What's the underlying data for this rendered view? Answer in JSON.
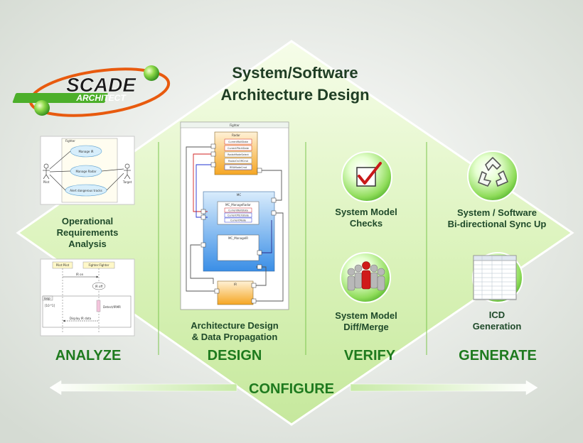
{
  "logo": {
    "brand": "SCADE",
    "product": "ARCHITECT"
  },
  "title": {
    "line1": "System/Software",
    "line2": "Architecture Design"
  },
  "captions": {
    "operational": [
      "Operational",
      "Requirements",
      "Analysis"
    ],
    "design": [
      "Architecture Design",
      "& Data Propagation"
    ],
    "checks": [
      "System Model",
      "Checks"
    ],
    "diffmerge": [
      "System Model",
      "Diff/Merge"
    ],
    "sync": [
      "System / Software",
      "Bi-directional Sync Up"
    ],
    "icd": [
      "ICD",
      "Generation"
    ]
  },
  "phases": {
    "analyze": "ANALYZE",
    "design": "DESIGN",
    "verify": "VERIFY",
    "generate": "GENERATE"
  },
  "configure": "CONFIGURE",
  "usecase": {
    "frame": "Fighter",
    "cases": [
      "Manage IR",
      "Manage Radar",
      "Alert dangerous tracks"
    ],
    "actors": [
      "Pilot",
      "Target"
    ]
  },
  "sequence": {
    "lifelines": [
      "Pilot:Pilot",
      "Fighter:Fighter"
    ],
    "messages": [
      "IR on",
      "IR off",
      "Detect/IRMR",
      "Display IR data"
    ],
    "fragment": "loop",
    "guard": "[10 *1]"
  },
  "block": {
    "frame": "Fighter",
    "radar": "Radar",
    "radar_ports": [
      "CurrentRollState",
      "CurrentPitchState",
      "RadarModeSelect",
      "RadarOnOffCmd",
      "RRAModeCmd"
    ],
    "mc": "MC",
    "mc_manage_radar": "MC_ManageRadar",
    "mc_ports": [
      "CurrentRollState",
      "CurrentPitchState",
      "CurrentMode"
    ],
    "mc_manage_ir": "MC_ManageIR",
    "ir": "IR"
  },
  "colors": {
    "diamond": "#d9f2b8",
    "green_text": "#1e7a1e",
    "dark_text": "#1f3d24",
    "logo_orange": "#e85a0e",
    "radar_fill": "#f5a623",
    "mc_fill": "#3a8ee6"
  },
  "icons": [
    "checkmark-icon",
    "recycle-icon",
    "people-merge-icon",
    "spreadsheet-icon"
  ]
}
